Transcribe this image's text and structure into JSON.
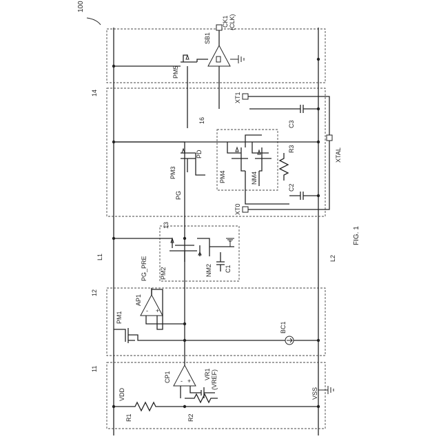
{
  "figure": {
    "ref_number": "100",
    "caption": "FIG. 1",
    "lines": {
      "l1": "L1",
      "l2": "L2",
      "vdd": "VDD",
      "vss": "VSS"
    },
    "blocks": {
      "b11": "11",
      "b12": "12",
      "b13": "13",
      "b14": "14",
      "b16": "16"
    },
    "components": {
      "r1": "R1",
      "r2": "R2",
      "r3": "R3",
      "cp1": "CP1",
      "vr1": "VR1",
      "vref": "(VREF)",
      "pm1": "PM1",
      "ap1": "AP1",
      "bc1": "BC1",
      "pg_pre": "PG_PRE",
      "pm2": "PM2",
      "nm2": "NM2",
      "c1": "C1",
      "pg": "PG",
      "pm3": "PM3",
      "pd": "PD",
      "pm4": "PM4",
      "nm4": "NM4",
      "c2": "C2",
      "c3": "C3",
      "xt0": "XT0",
      "xt1": "XT1",
      "xtal": "XTAL",
      "pm5": "PM5",
      "sb1": "SB1",
      "ck1": "CK1",
      "clk": "(CLK)"
    }
  }
}
